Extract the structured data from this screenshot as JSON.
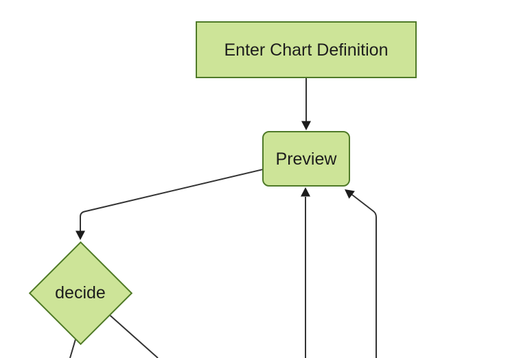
{
  "diagram": {
    "type": "flowchart",
    "direction": "top-down",
    "background_color": "#ffffff",
    "colors": {
      "node_fill": "#cde498",
      "node_border": "#4f7a28",
      "edge": "#333333",
      "arrowhead": "#1c1c1c",
      "label": "#1d1d1d"
    },
    "nodes": [
      {
        "id": "enter-chart-definition",
        "label": "Enter Chart Definition",
        "shape": "rectangle"
      },
      {
        "id": "preview",
        "label": "Preview",
        "shape": "rounded-rectangle"
      },
      {
        "id": "decide",
        "label": "decide",
        "shape": "diamond"
      }
    ],
    "edges": [
      {
        "from": "enter-chart-definition",
        "to": "preview",
        "arrowhead": true
      },
      {
        "from": "preview",
        "to": "decide",
        "arrowhead": true
      },
      {
        "from": "decide",
        "to": "offscreen-bottom-left",
        "arrowhead": false
      },
      {
        "from": "decide",
        "to": "offscreen-bottom-right",
        "arrowhead": false
      },
      {
        "from": "offscreen-bottom-center",
        "to": "preview",
        "arrowhead": true
      },
      {
        "from": "offscreen-bottom-right",
        "to": "preview",
        "arrowhead": true
      }
    ]
  }
}
